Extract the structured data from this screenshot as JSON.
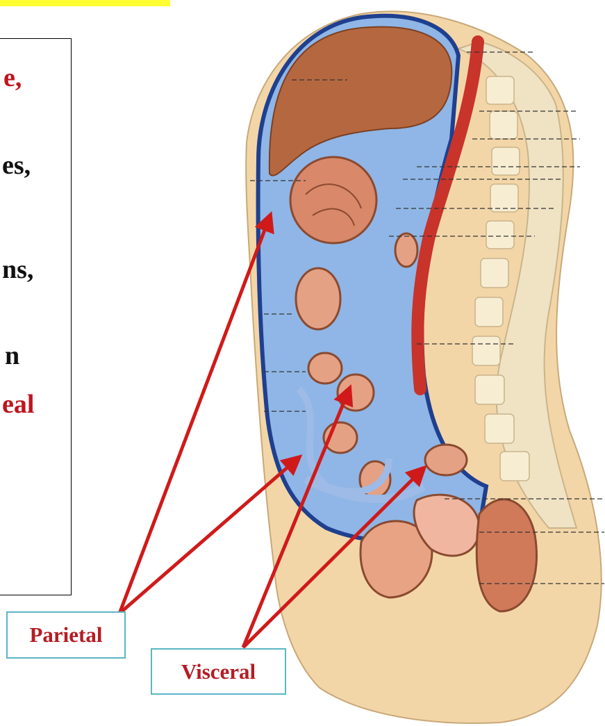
{
  "text_fragments": [
    {
      "text": "e,",
      "color": "red"
    },
    {
      "text": "es,",
      "color": "black"
    },
    {
      "text": "ns,",
      "color": "black"
    },
    {
      "text": "n",
      "color": "black"
    },
    {
      "text": "eal",
      "color": "red"
    }
  ],
  "labels": {
    "parietal": "Parietal",
    "visceral": "Visceral"
  },
  "colors": {
    "peritoneum_blue": "#4f7dc4",
    "arrow_red": "#d01a1a",
    "label_border": "#5bb6c4",
    "label_text": "#b51c24",
    "highlight_yellow": "#ffff33"
  }
}
